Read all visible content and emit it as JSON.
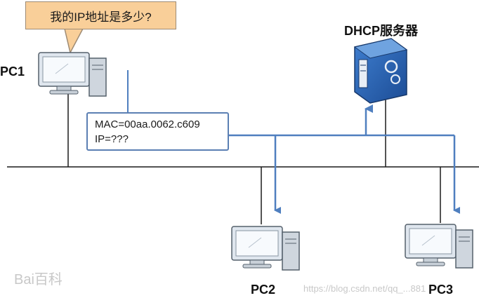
{
  "bubble": {
    "text": "我的IP地址是多少?"
  },
  "server": {
    "label": "DHCP服务器"
  },
  "pcs": [
    {
      "label": "PC1"
    },
    {
      "label": "PC2"
    },
    {
      "label": "PC3"
    }
  ],
  "packet": {
    "mac": "MAC=00aa.0062.c609",
    "ip": "IP=???"
  },
  "watermark": {
    "brand": "Bai百科",
    "url": "https://blog.csdn.net/qq_...881"
  },
  "colors": {
    "arrow": "#4f7fbf",
    "line": "#1a1a1a",
    "bubble": "#f9cf99",
    "server": "#2c5fa8"
  }
}
